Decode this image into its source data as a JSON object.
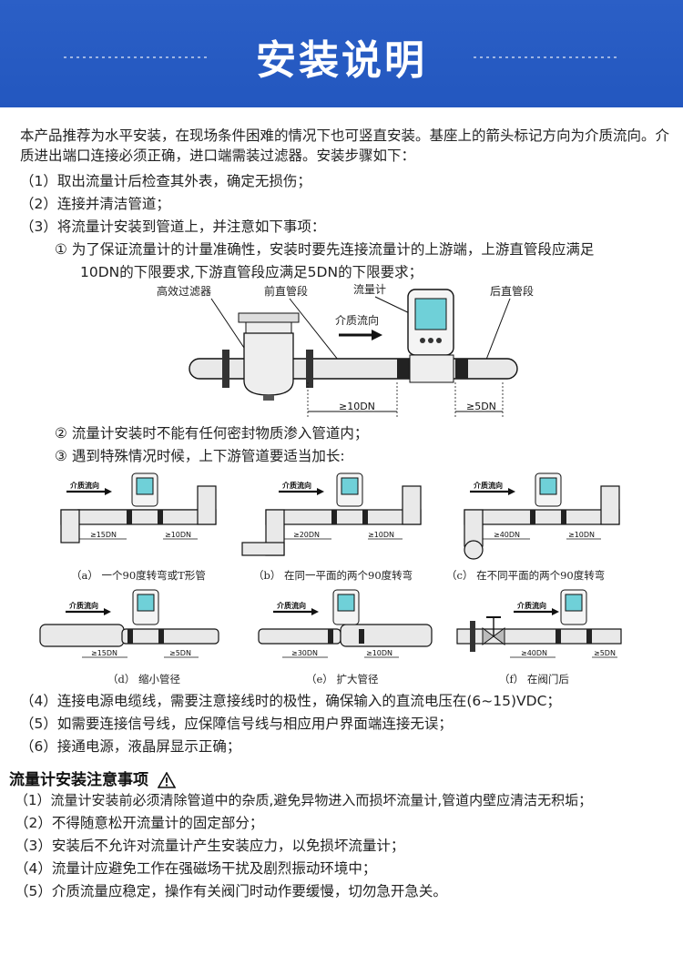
{
  "header": {
    "title": "安装说明"
  },
  "intro": "本产品推荐为水平安装，在现场条件困难的情况下也可竖直安装。基座上的箭头标记方向为介质流向。介质进出端口连接必须正确，进口端需装过滤器。安装步骤如下：",
  "steps_top": [
    "（1）取出流量计后检查其外表，确定无损伤；",
    "（2）连接并清洁管道；",
    "（3）将流量计安装到管道上，并注意如下事项："
  ],
  "note1_line1": "① 为了保证流量计的计量准确性，安装时要先连接流量计的上游端，上游直管段应满足",
  "note1_line2": "10DN的下限要求,下游直管段应满足5DN的下限要求；",
  "main_diagram": {
    "filter_label": "高效过滤器",
    "upstream_label": "前直管段",
    "meter_label": "流量计",
    "downstream_label": "后直管段",
    "flow_label": "介质流向",
    "dim_up": "≥10DN",
    "dim_down": "≥5DN"
  },
  "note2": "② 流量计安装时不能有任何密封物质渗入管道内；",
  "note3": "③ 遇到特殊情况时候，上下游管道要适当加长:",
  "small_flow_label": "介质流向",
  "sub_diagrams": [
    {
      "up": "≥15DN",
      "down": "≥10DN",
      "caption": "（a）  一个90度转弯或T形管"
    },
    {
      "up": "≥20DN",
      "down": "≥10DN",
      "caption": "（b）  在同一平面的两个90度转弯"
    },
    {
      "up": "≥40DN",
      "down": "≥10DN",
      "caption": "（c）  在不同平面的两个90度转弯"
    },
    {
      "up": "≥15DN",
      "down": "≥5DN",
      "caption": "（d）  缩小管径"
    },
    {
      "up": "≥30DN",
      "down": "≥10DN",
      "caption": "（e）  扩大管径"
    },
    {
      "up": "≥40DN",
      "down": "≥5DN",
      "caption": "（f）  在阀门后"
    }
  ],
  "steps_bottom": [
    "（4）连接电源电缆线，需要注意接线时的极性，确保输入的直流电压在(6~15)VDC；",
    "（5）如需要连接信号线，应保障信号线与相应用户界面端连接无误；",
    "（6）接通电源，液晶屏显示正确；"
  ],
  "precautions": {
    "title": "流量计安装注意事项",
    "icon": "warning-triangle-icon",
    "items": [
      "（1）流量计安装前必须清除管道中的杂质,避免异物进入而损坏流量计,管道内壁应清洁无积垢；",
      "（2）不得随意松开流量计的固定部分；",
      "（3）安装后不允许对流量计产生安装应力，以免损坏流量计；",
      "（4）流量计应避免工作在强磁场干扰及剧烈振动环境中；",
      "（5）介质流量应稳定，操作有关阀门时动作要缓慢，切勿急开急关。"
    ]
  },
  "colors": {
    "banner": "#2357bf",
    "pipe": "#e9e9e9",
    "outline": "#111111",
    "screen": "#6fd0d8"
  }
}
